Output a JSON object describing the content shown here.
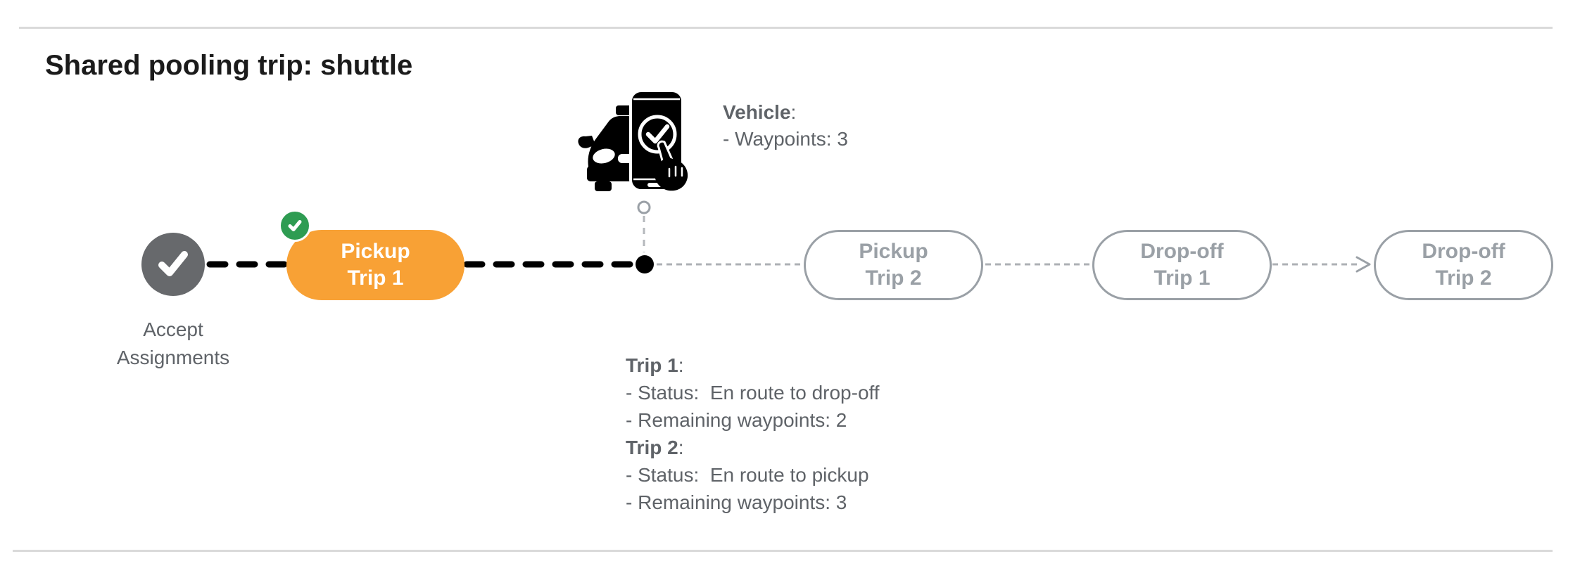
{
  "page": {
    "title": "Shared pooling trip: shuttle"
  },
  "colors": {
    "accent_orange": "#F8A135",
    "success_green": "#2E9C52",
    "done_gray": "#67696C",
    "pending_gray": "#9AA0A6",
    "text_gray": "#5F6368",
    "rule_gray": "#DADADA",
    "connector_black": "#000000"
  },
  "vehicle": {
    "label": "Vehicle",
    "label_suffix": ":",
    "waypoints_line": "- Waypoints: 3",
    "icon": "car-phone-check-icon"
  },
  "timeline": {
    "nodes": [
      {
        "id": "accept-assignments",
        "line1": "Accept",
        "line2": "Assignments",
        "state": "done",
        "icon": "check-icon"
      },
      {
        "id": "pickup-trip-1",
        "line1": "Pickup",
        "line2": "Trip 1",
        "state": "active",
        "badge_icon": "check-badge-icon"
      },
      {
        "id": "pickup-trip-2",
        "line1": "Pickup",
        "line2": "Trip 2",
        "state": "pending"
      },
      {
        "id": "dropoff-trip-1",
        "line1": "Drop-off",
        "line2": "Trip 1",
        "state": "pending"
      },
      {
        "id": "dropoff-trip-2",
        "line1": "Drop-off",
        "line2": "Trip 2",
        "state": "pending"
      }
    ],
    "current_position_marker": "vehicle-position-dot"
  },
  "trip_info": {
    "trips": [
      {
        "label": "Trip 1",
        "label_suffix": ":",
        "status_line": "- Status:  En route to drop-off",
        "waypoints_line": "- Remaining waypoints: 2"
      },
      {
        "label": "Trip 2",
        "label_suffix": ":",
        "status_line": "- Status:  En route to pickup",
        "waypoints_line": "- Remaining waypoints: 3"
      }
    ]
  }
}
